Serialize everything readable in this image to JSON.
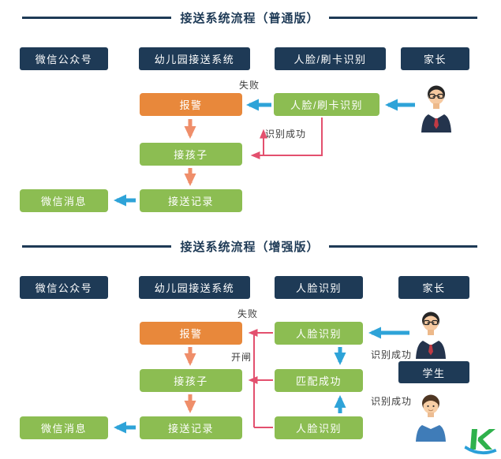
{
  "colors": {
    "navy": "#1e3a56",
    "green": "#8cbd52",
    "orange": "#e8883b",
    "arrow_blue": "#2ea3d8",
    "arrow_salmon": "#ef8e6a",
    "line_pink": "#e3506e"
  },
  "sections": {
    "normal": {
      "title": "接送系统流程（普通版）",
      "headers": {
        "wechat": "微信公众号",
        "system": "幼儿园接送系统",
        "recognition": "人脸/刷卡识别",
        "parent": "家长"
      },
      "nodes": {
        "alarm": "报警",
        "face_card": "人脸/刷卡识别",
        "pick_child": "接孩子",
        "record": "接送记录",
        "wechat_msg": "微信消息"
      },
      "edge_labels": {
        "fail": "失败",
        "success": "识别成功"
      }
    },
    "enhanced": {
      "title": "接送系统流程（增强版）",
      "headers": {
        "wechat": "微信公众号",
        "system": "幼儿园接送系统",
        "recognition": "人脸识别",
        "parent": "家长"
      },
      "nodes": {
        "alarm": "报警",
        "face_top": "人脸识别",
        "match": "匹配成功",
        "face_bottom": "人脸识别",
        "pick_child": "接孩子",
        "record": "接送记录",
        "wechat_msg": "微信消息",
        "student": "学生"
      },
      "edge_labels": {
        "fail": "失败",
        "gate": "开闸",
        "success_top": "识别成功",
        "success_bottom": "识别成功"
      }
    }
  }
}
